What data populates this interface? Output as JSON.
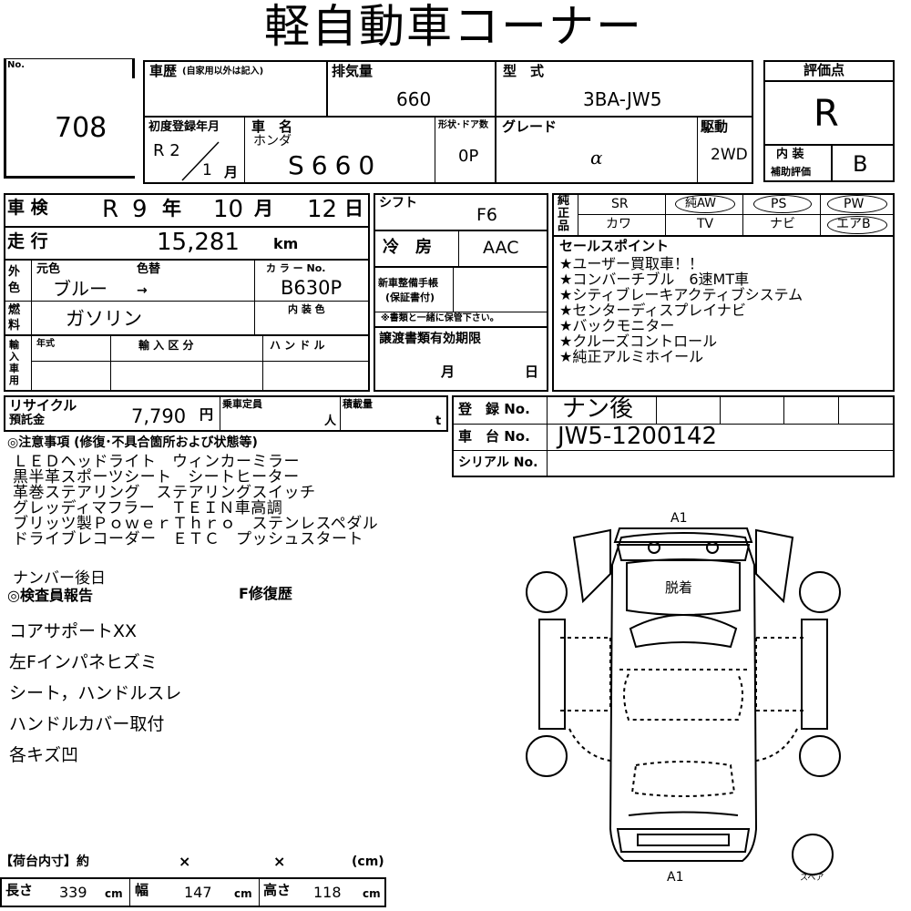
{
  "title": "軽自動車コーナー",
  "lot": {
    "label": "No.",
    "value": "708"
  },
  "history": {
    "label": "車歴",
    "sub": "(自家用以外は記入)"
  },
  "displacement": {
    "label": "排気量",
    "value": "660"
  },
  "model_type": {
    "label": "型　式",
    "value": "3BA-JW5"
  },
  "grade_score": {
    "label": "評価点",
    "value": "R",
    "interior_label_1": "内 装",
    "interior_label_2": "補助評価",
    "interior_value": "B"
  },
  "first_reg": {
    "label": "初度登録年月",
    "era": "R 2",
    "month": "1",
    "month_unit": "月"
  },
  "car_name": {
    "label": "車　名",
    "maker": "ホンダ",
    "value": "S660"
  },
  "body": {
    "label": "形状･ドア数",
    "value": "0P"
  },
  "grade": {
    "label": "グレード",
    "value": "α"
  },
  "drive": {
    "label": "駆動",
    "value": "2WD"
  },
  "inspection": {
    "label": "車 検",
    "era": "R",
    "year": "9",
    "year_unit": "年",
    "month": "10",
    "month_unit": "月",
    "day": "12",
    "day_unit": "日"
  },
  "mileage": {
    "label": "走 行",
    "value": "15,281",
    "unit": "km"
  },
  "shift": {
    "label": "シフト",
    "value": "F6"
  },
  "ac": {
    "label": "冷　房",
    "value": "AAC"
  },
  "color": {
    "outer_label_1": "外",
    "outer_label_2": "色",
    "orig_label": "元色",
    "change_label": "色替",
    "code_label": "カ ラ ー No.",
    "value": "ブルー",
    "arrow": "→",
    "code": "B630P",
    "interior_label": "内 装 色"
  },
  "fuel": {
    "label_1": "燃",
    "label_2": "料",
    "value": "ガソリン"
  },
  "new_car_warranty": {
    "line1": "新車整備手帳",
    "line2": "(保証書付)",
    "note": "※書類と一緒に保管下さい。"
  },
  "import": {
    "label_1": "輸",
    "label_2": "入",
    "label_3": "車",
    "label_4": "用",
    "year_label": "年式",
    "class_label": "輸 入 区 分",
    "handle_label": "ハ ン ド ル"
  },
  "transfer": {
    "label": "譲渡書類有効期限",
    "month_unit": "月",
    "day_unit": "日"
  },
  "equipment": {
    "label_1": "純",
    "label_2": "正",
    "label_3": "品",
    "row1": [
      "SR",
      "純AW",
      "PS",
      "PW"
    ],
    "row2": [
      "カワ",
      "TV",
      "ナビ",
      "エアB"
    ]
  },
  "sales_points": {
    "label": "セールスポイント",
    "items": [
      "★ユーザー買取車！！",
      "★コンバーチブル　6速MT車",
      "★シティブレーキアクティブシステム",
      "★センターディスプレイナビ",
      "★バックモニター",
      "★クルーズコントロール",
      "★純正アルミホイール"
    ]
  },
  "recycle": {
    "label_1": "リサイクル",
    "label_2": "預託金",
    "value": "7,790",
    "unit": "円"
  },
  "capacity": {
    "label": "乗車定員",
    "unit": "人"
  },
  "load": {
    "label": "積載量",
    "unit": "t"
  },
  "registration": {
    "label": "登　録 No.",
    "value": "ナン後"
  },
  "chassis": {
    "label": "車　台 No.",
    "value": "JW5-1200142"
  },
  "serial": {
    "label": "シリアル No."
  },
  "notes": {
    "label": "◎注意事項 (修復･不具合箇所および状態等)",
    "lines": [
      "ＬＥＤヘッドライト　ウィンカーミラー",
      "黒半革スポーツシート　シートヒーター",
      "革巻ステアリング　ステアリングスイッチ",
      "グレッディマフラー　ＴＥＩＮ車高調",
      "ブリッツ製ＰｏｗｅｒＴｈｒｏ　ステンレスペダル",
      "ドライブレコーダー　ＥＴＣ　プッシュスタート"
    ],
    "extra": "ナンバー後日"
  },
  "inspector": {
    "label": "◎検査員報告",
    "tag": "F修復歴",
    "lines": [
      "コアサポートXX",
      "左Fインパネヒズミ",
      "シート，ハンドルスレ",
      "ハンドルカバー取付",
      "各キズ凹"
    ]
  },
  "diagram": {
    "top_label": "A1",
    "bottom_label": "A1",
    "roof_label": "脱着",
    "spare_label": "スペア"
  },
  "cargo": {
    "label": "【荷台内寸】約",
    "x1": "×",
    "x2": "×",
    "unit_label": "(cm)",
    "length_label": "長さ",
    "length_value": "339",
    "width_label": "幅",
    "width_value": "147",
    "height_label": "高さ",
    "height_value": "118",
    "cm": "cm"
  }
}
